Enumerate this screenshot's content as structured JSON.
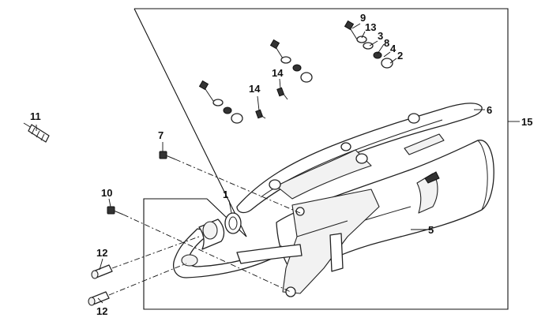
{
  "callouts": [
    {
      "id": "9",
      "label": "9"
    },
    {
      "id": "13",
      "label": "13"
    },
    {
      "id": "3",
      "label": "3"
    },
    {
      "id": "8",
      "label": "8"
    },
    {
      "id": "4",
      "label": "4"
    },
    {
      "id": "2",
      "label": "2"
    },
    {
      "id": "14a",
      "label": "14"
    },
    {
      "id": "14b",
      "label": "14"
    },
    {
      "id": "6",
      "label": "6"
    },
    {
      "id": "15",
      "label": "15"
    },
    {
      "id": "11",
      "label": "11"
    },
    {
      "id": "7",
      "label": "7"
    },
    {
      "id": "1",
      "label": "1"
    },
    {
      "id": "10",
      "label": "10"
    },
    {
      "id": "5",
      "label": "5"
    },
    {
      "id": "12a",
      "label": "12"
    },
    {
      "id": "12b",
      "label": "12"
    }
  ]
}
